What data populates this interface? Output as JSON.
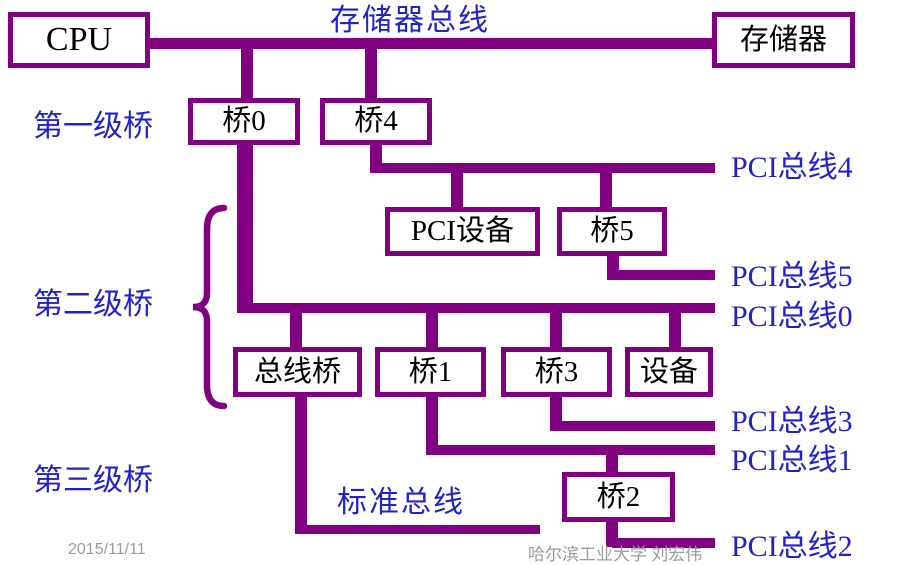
{
  "nodes": {
    "cpu": "CPU",
    "memory": "存储器",
    "bridge0": "桥0",
    "bridge4": "桥4",
    "pci_device": "PCI设备",
    "bridge5": "桥5",
    "bus_bridge": "总线桥",
    "bridge1": "桥1",
    "bridge3": "桥3",
    "device": "设备",
    "bridge2": "桥2"
  },
  "bus_labels": {
    "memory_bus": "存储器总线",
    "pci_bus4": "PCI总线4",
    "pci_bus5": "PCI总线5",
    "pci_bus0": "PCI总线0",
    "pci_bus3": "PCI总线3",
    "pci_bus1": "PCI总线1",
    "pci_bus2": "PCI总线2",
    "standard_bus": "标准总线"
  },
  "level_labels": {
    "level1": "第一级桥",
    "level2": "第二级桥",
    "level3": "第三级桥"
  },
  "footer": {
    "date": "2015/11/11",
    "credit": "哈尔滨工业大学  刘宏伟"
  },
  "colors": {
    "line": "#800080",
    "bus_label": "#2222C8",
    "level_label": "#2222C8",
    "node_text": "#000000",
    "footer_text": "#9B9B9B"
  }
}
